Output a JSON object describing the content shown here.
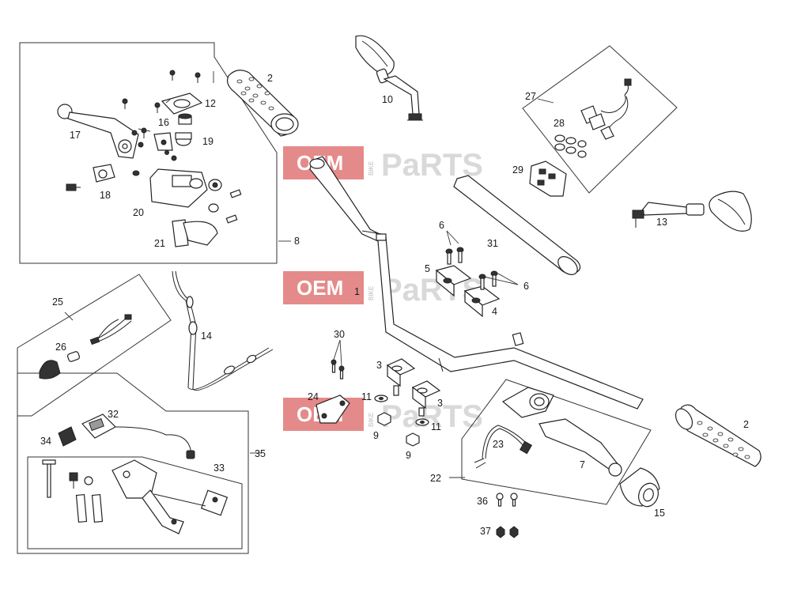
{
  "watermark": {
    "oem": "OEM",
    "bike": "BIKE",
    "parts": "PaRTS"
  },
  "labels": {
    "p1": "1",
    "p2a": "2",
    "p2b": "2",
    "p3a": "3",
    "p3b": "3",
    "p4": "4",
    "p5": "5",
    "p6a": "6",
    "p6b": "6",
    "p7": "7",
    "p8": "8",
    "p9a": "9",
    "p9b": "9",
    "p10": "10",
    "p11a": "11",
    "p11b": "11",
    "p12": "12",
    "p13": "13",
    "p14": "14",
    "p15": "15",
    "p16": "16",
    "p17": "17",
    "p18": "18",
    "p19": "19",
    "p20": "20",
    "p21": "21",
    "p22": "22",
    "p23": "23",
    "p24": "24",
    "p25": "25",
    "p26": "26",
    "p27": "27",
    "p28": "28",
    "p29": "29",
    "p30": "30",
    "p31": "31",
    "p32": "32",
    "p33": "33",
    "p34": "34",
    "p35": "35",
    "p36": "36",
    "p37": "37"
  }
}
